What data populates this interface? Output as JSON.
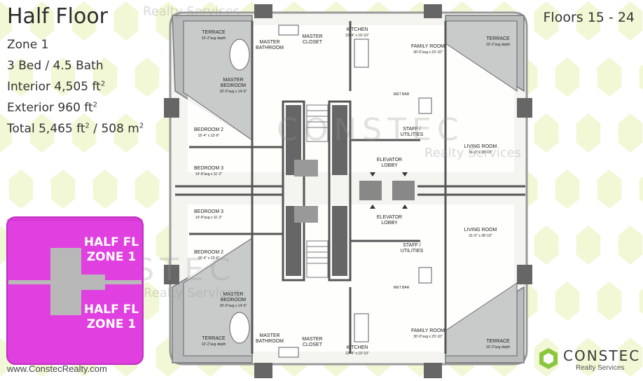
{
  "header": {
    "title": "Half Floor",
    "zone": "Zone 1",
    "beds_baths": "3 Bed / 4.5 Bath",
    "interior": "Interior 4,505 ft",
    "exterior": "Exterior 960 ft",
    "total": "Total 5,465 ft",
    "total_metric": " / 508 m",
    "superscript": "2",
    "floors": "Floors 15 - 24"
  },
  "footer": {
    "website": "www.ConstecRealty.com"
  },
  "logo": {
    "name": "CONSTEC",
    "tagline": "Realty Services"
  },
  "watermark": {
    "text": "CONSTEC",
    "sub": "Realty Services"
  },
  "keyplan": {
    "label_line1": "HALF FL",
    "label_line2": "ZONE 1",
    "color": "#e040e0"
  },
  "rooms": {
    "terrace": "TERRACE",
    "terrace_dims": "19'-2\"avg depth",
    "master_bathroom_1": "MASTER",
    "master_bathroom_2": "BATHROOM",
    "master_closet_1": "MASTER",
    "master_closet_2": "CLOSET",
    "kitchen": "KITCHEN",
    "kitchen_dims": "22'-4\" x 19'-10\"",
    "family_room": "FAMILY ROOM",
    "family_room_dims": "30'-0\"avg x 23'-10\"",
    "master_bedroom_1": "MASTER",
    "master_bedroom_2": "BEDROOM",
    "master_bedroom_dims": "20'-0\"avg x 14'-6\"",
    "bedroom2": "BEDROOM 2",
    "bedroom2_dims": "15'-4\" x 13'-6\"",
    "bedroom3": "BEDROOM 3",
    "bedroom3_dims": "14'-8\"avg x 11'-2\"",
    "wet_bar": "WET BAR",
    "staff_1": "STAFF /",
    "staff_2": "UTILITIES",
    "elevator_lobby_1": "ELEVATOR",
    "elevator_lobby_2": "LOBBY",
    "living_room": "LIVING ROOM",
    "living_room_dims": "31'-0\" x 28'-10\""
  }
}
